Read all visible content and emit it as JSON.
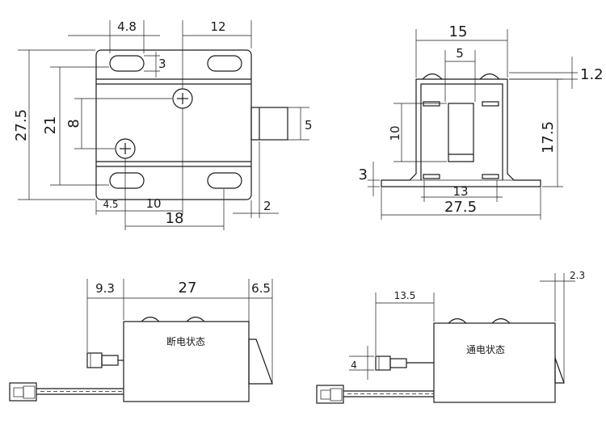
{
  "top_view": {
    "d_width_slot": "4.8",
    "d_12": "12",
    "d_3": "3",
    "d_27_5": "27.5",
    "d_21": "21",
    "d_8": "8",
    "d_5": "5",
    "d_4_5": "4.5",
    "d_10": "10",
    "d_18": "18",
    "d_2": "2"
  },
  "end_view": {
    "d_15": "15",
    "d_5": "5",
    "d_1_2": "1.2",
    "d_10": "10",
    "d_17_5": "17.5",
    "d_3": "3",
    "d_13": "13",
    "d_27_5": "27.5"
  },
  "side_off": {
    "d_9_3": "9.3",
    "d_27": "27",
    "d_6_5": "6.5",
    "state_label": "断电状态"
  },
  "side_on": {
    "d_13_5": "13.5",
    "d_2_3": "2.3",
    "d_4": "4",
    "state_label": "通电状态"
  }
}
